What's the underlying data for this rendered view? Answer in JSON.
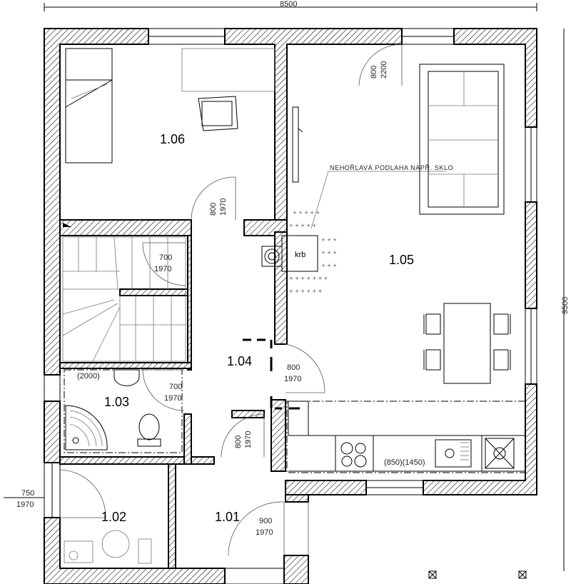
{
  "dimensions": {
    "overall_width": "8500",
    "overall_height": "9500"
  },
  "rooms": [
    {
      "id": "1.06"
    },
    {
      "id": "1.05"
    },
    {
      "id": "1.04"
    },
    {
      "id": "1.03"
    },
    {
      "id": "1.02"
    },
    {
      "id": "1.01"
    }
  ],
  "doors": [
    {
      "width": "800",
      "height": "2200"
    },
    {
      "width": "800",
      "height": "1970"
    },
    {
      "width": "700",
      "height": "1970"
    },
    {
      "width": "800",
      "height": "1970"
    },
    {
      "width": "700",
      "height": "1970"
    },
    {
      "width": "800",
      "height": "1970"
    },
    {
      "width": "750",
      "height": "1970"
    },
    {
      "width": "900",
      "height": "1970"
    }
  ],
  "annotations": {
    "fireplace": "krb",
    "fireplace_floor_note": "NEHOŘLAVÁ PODLAHA NAPŘ. SKLO",
    "shower_dim": "(2000)",
    "kitchen_dims": "(850)(1450)"
  }
}
